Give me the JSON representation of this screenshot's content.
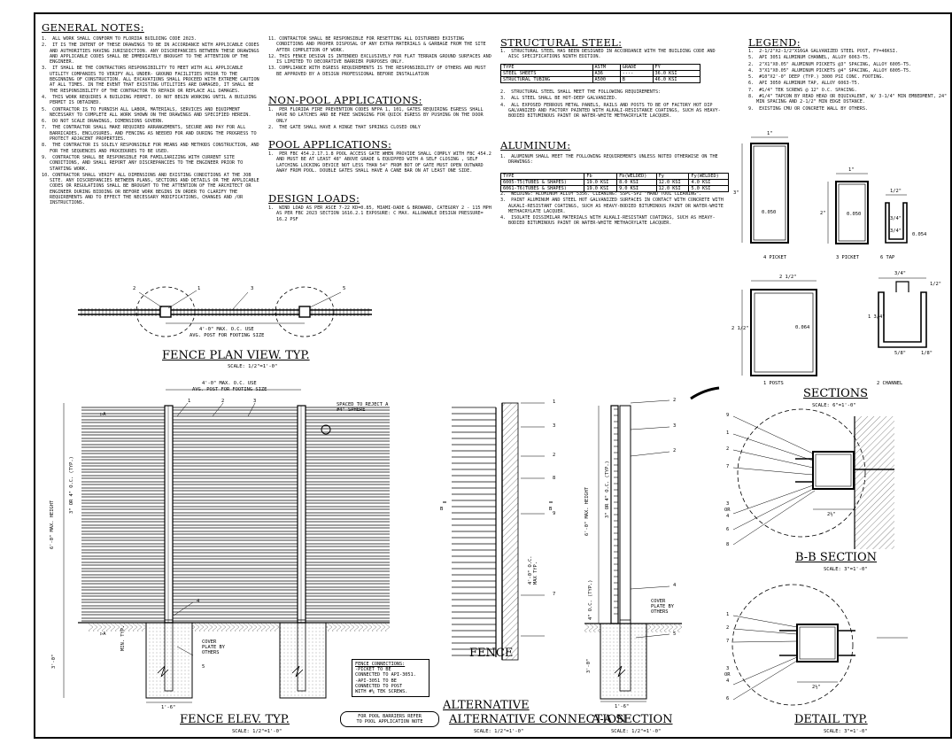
{
  "general_notes": {
    "title": "GENERAL NOTES:",
    "items_col1": [
      {
        "n": "1.",
        "t": "ALL WORK SHALL CONFORM TO FLORIDA BUILDING CODE 2023."
      },
      {
        "n": "2.",
        "t": "IT IS THE INTENT OF THESE DRAWINGS TO BE IN ACCORDANCE WITH APPLICABLE CODES AND AUTHORITIES HAVING JURISDICTION. ANY DISCREPANCIES BETWEEN THESE DRAWINGS AND APPLICABLE CODES SHALL BE IMMEDIATELY BROUGHT TO THE ATTENTION OF THE ENGINEER."
      },
      {
        "n": "3.",
        "t": "IT SHALL BE THE CONTRACTORS RESPONSIBILITY TO MEET WITH ALL APPLICABLE UTILITY COMPANIES TO VERIFY ALL UNDER- GROUND FACILITIES PRIOR TO THE BEGINNING OF CONSTRUCTION. ALL EXCAVATIONS SHALL PROCEED WITH EXTREME CAUTION AT ALL TIMES. IN THE EVENT THAT EXISTING UTILITIES ARE DAMAGED, IT SHALL BE THE RESPONSIBILITY OF THE CONTRACTOR TO REPAIR OR REPLACE ALL DAMAGES."
      },
      {
        "n": "4.",
        "t": "THIS WORK REQUIRES A BUILDING PERMIT. DO NOT BEGIN WORKING UNTIL A BUILDING PERMIT IS OBTAINED."
      },
      {
        "n": "5.",
        "t": "CONTRACTOR IS TO FURNISH ALL LABOR, MATERIALS, SERVICES AND EQUIPMENT NECESSARY TO COMPLETE ALL WORK SHOWN ON THE DRAWINGS AND SPECIFIED HEREIN."
      },
      {
        "n": "6.",
        "t": "DO NOT SCALE DRAWINGS, DIMENSIONS GOVERN."
      },
      {
        "n": "7.",
        "t": "THE CONTRACTOR SHALL MAKE REQUIRED ARRANGEMENTS, SECURE AND PAY FOR ALL BARRICADES, ENCLOSURES, AND FENCING AS NEEDED FOR AND DURING THE PROGRESS TO PROTECT ADJACENT PROPERTIES."
      },
      {
        "n": "8.",
        "t": "THE CONTRACTOR IS SOLELY RESPONSIBLE FOR MEANS AND METHODS CONSTRUCTION, AND FOR THE SEQUENCES AND PROCEDURES TO BE USED."
      },
      {
        "n": "9.",
        "t": "CONTRACTOR SHALL BE RESPONSIBLE FOR FAMILIARIZING WITH CURRENT SITE CONDITIONS, AND SHALL REPORT ANY DISCREPANCIES TO THE ENGINEER PRIOR TO STARTING WORK."
      },
      {
        "n": "10.",
        "t": "CONTRACTOR SHALL VERIFY ALL DIMENSIONS AND EXISTING CONDITIONS AT THE JOB SITE. ANY DISCREPANCIES BETWEEN PLANS, SECTIONS AND DETAILS OR THE APPLICABLE CODES OR REGULATIONS SHALL BE BROUGHT TO THE ATTENTION OF THE ARCHITECT OR ENGINEER DURING BIDDING OR BEFORE WORK BEGINS IN ORDER TO CLARIFY THE REQUIREMENTS AND TO EFFECT THE NECESSARY MODIFICATIONS, CHANGES AND /OR INSTRUCTIONS."
      }
    ],
    "items_col2": [
      {
        "n": "11.",
        "t": "CONTRACTOR SHALL BE RESPONSIBLE FOR RESETTING ALL DISTURBED EXISTING CONDITIONS AND PROPER DISPOSAL OF ANY EXTRA MATERIALS & GARBAGE FROM THE SITE AFTER COMPLETION OF WORK."
      },
      {
        "n": "12.",
        "t": "THIS FENCE DESIGN IS INTENDED EXCLUSIVELY FOR FLAT TERRAIN GROUND SURFACES AND IS LIMITED TO DECORATIVE BARRIER PURPOSES ONLY."
      },
      {
        "n": "13.",
        "t": "COMPLIANCE WITH EGRESS REQUIREMENTS IS THE RESPONSIBILITY OF OTHERS AND MUST BE APPROVED BY A DESIGN PROFESSIONAL BEFORE INSTALLATION"
      }
    ]
  },
  "non_pool": {
    "title": "NON-POOL APPLICATIONS:",
    "items": [
      {
        "n": "1.",
        "t": "PER FLORIDA FIRE PREVENTION CODES NFPA 1, 101, GATES REQUIRING EGRESS SHALL HAVE NO LATCHES AND BE FREE SWINGING FOR QUICK EGRESS BY PUSHING ON THE DOOR ONLY"
      },
      {
        "n": "2.",
        "t": "THE GATE SHALL HAVE A HINGE THAT SPRINGS CLOSED ONLY"
      }
    ]
  },
  "pool": {
    "title": "POOL APPLICATIONS:",
    "items": [
      {
        "n": "1.",
        "t": "PER FBC 454.2.17.1.8 POOL ACCESS GATE WHEN PROVIDE SHALL COMPLY WITH FBC 454.2 AND MUST BE AT LEAST 48\" ABOVE GRADE & EQUIPPED WITH A SELF CLOSING , SELF LATCHING LOCKING DEVICE NOT LESS THAN 54\" FROM BOT OF GATE MUST OPEN OUTWARD AWAY FROM POOL. DOUBLE GATES SHALL HAVE A CANE BAR ON AT LEAST ONE SIDE."
      }
    ]
  },
  "design_loads": {
    "title": "DESIGN LOADS:",
    "items": [
      {
        "n": "1.",
        "t": "WIND LOAD AS PER ASCE 7-22 KD=0.85, MIAMI-DADE & BROWARD, CATEGORY 2 - 115 mph AS PER FBC 2023 SECTION 1616.2.1 EXPOSURE: C MAX. ALLOWABLE DESIGN PRESSURE= 16.2 PSF"
      }
    ]
  },
  "structural_steel": {
    "title": "STRUCTURAL STEEL:",
    "intro": {
      "n": "1.",
      "t": "STRUCTURAL STEEL HAS BEEN DESIGNED IN ACCORDANCE WITH THE BUILDING CODE AND AISC SPECIFICATIONS NINTH EDITION."
    },
    "table_header": [
      "TYPE",
      "ASTM",
      "GRADE",
      "FY"
    ],
    "table_rows": [
      [
        "STEEL SHEETS",
        "A36",
        "----",
        "36.0 KSI"
      ],
      [
        "STRUCTURAL TUBING",
        "A500",
        "B",
        "46.0 KSI"
      ]
    ],
    "items": [
      {
        "n": "2.",
        "t": "STRUCTURAL STEEL SHALL MEET THE FOLLOWING REQUIREMENTS:"
      },
      {
        "n": "3.",
        "t": "ALL STEEL SHALL BE HOT-DEEP GALVANIZED."
      },
      {
        "n": "4.",
        "t": "ALL EXPOSED FERROUS METAL PANELS, RAILS AND POSTS TO BE OF FACTORY HOT DIP GALVANIZED AND FACTORY PAINTED WITH ALKALI-RESISTANCE COATINGS, SUCH AS HEAVY-BODIED BITUMINOUS PAINT OR WATER-WHITE METHACRYLATE LACQUER."
      }
    ]
  },
  "aluminum": {
    "title": "ALUMINUM:",
    "intro": {
      "n": "1.",
      "t": "ALUMINUM SHALL MEET THE FOLLOWING REQUIREMENTS UNLESS NOTED OTHERWISE ON THE DRAWINGS:"
    },
    "table_header": [
      "TYPE",
      "Fb",
      "Fb(WELDED)",
      "Fy",
      "Fy(WELDED)"
    ],
    "table_rows": [
      [
        "6005-T5(TUBES & SHAPES)",
        "19.0 KSI",
        "8.0 KSI",
        "12.0 KSI",
        "4.0 KSI"
      ],
      [
        "6061-T6(TUBES & SHAPES)",
        "19.0 KSI",
        "9.0 KSI",
        "12.0 KSI",
        "5.0 KSI"
      ]
    ],
    "items": [
      {
        "n": "2.",
        "t": "WELDING: ALUMINUM ALLOY 5356. CLEANING: SSPC-SP2 \"HAND TOOL CLEANING\"."
      },
      {
        "n": "3.",
        "t": "PAINT ALUMINUM AND STEEL HOT GALVANIZED SURFACES IN CONTACT WITH CONCRETE WITH ALKALI-RESISTANT COATINGS, SUCH AS HEAVY-BODIED BITUMINOUS PAINT OR WATER-WHITE METHACRYLATE LACQUER."
      },
      {
        "n": "4.",
        "t": "ISOLATE DISSIMILAR MATERIALS WITH ALKALI-RESISTANT COATINGS, SUCH AS HEAVY-BODIED BITUMINOUS PAINT OR WATER-WHITE METHACRYLATE LACQUER."
      }
    ]
  },
  "legend": {
    "title": "LEGEND:",
    "items": [
      {
        "n": "1.",
        "t": "2-1/2\"x2-1/2\"x16GA GALVANIZED STEEL POST, FY=46KSI."
      },
      {
        "n": "5.",
        "t": "API 3051 ALUMINUM CHANNEL, ALLOY 6063-T5."
      },
      {
        "n": "2.",
        "t": "2\"x1\"x0.05\" ALUMINUM PICKETS @3\" SPACING, ALLOY 6005-T5."
      },
      {
        "n": "4.",
        "t": "3\"x1\"x0.05\" ALUMINUM PICKETS @4\" SPACING, ALLOY 6005-T5."
      },
      {
        "n": "5.",
        "t": "#10\"x2'-0\" DEEP (TYP.) 3000 PSI CONC. FOOTING."
      },
      {
        "n": "6.",
        "t": "API 3050 ALUMINUM TAP, ALLOY 6063-T5."
      },
      {
        "n": "7.",
        "t": "#1/4\" TEK SCREWS @ 12\" O.C. SPACING."
      },
      {
        "n": "8.",
        "t": "#1/4\" TAPCON BY READ HEAD OR EQUIVALENT, W/ 3-1/4\" MIN EMBEDMENT, 24\" MIN SPACING AND 2-1/2\" MIN EDGE DSTANCE."
      },
      {
        "n": "9.",
        "t": "EXISTING CMU OR CONCRETE WALL BY OTHERS."
      }
    ]
  },
  "details": {
    "picket4": {
      "tag": "4",
      "name": "PICKET",
      "thk": "0.050",
      "w": "1\"",
      "h": "3\""
    },
    "picket3": {
      "tag": "3",
      "name": "PICKET",
      "thk": "0.050",
      "w": "1\"",
      "h": "2\""
    },
    "tap6": {
      "tag": "6",
      "name": "TAP",
      "d1": "1/2\"",
      "d2": "3/4\"",
      "d3": "3/4\"",
      "d4": "0.054"
    },
    "post1": {
      "tag": "1",
      "name": "POSTS",
      "thk": "0.064",
      "w": "2 1/2\"",
      "h": "2 1/2\""
    },
    "channel2": {
      "tag": "2",
      "name": "CHANNEL",
      "d1": "3/4\"",
      "d2": "1 3/4\"",
      "d3": "1/2\"",
      "d4": "5/8\"",
      "d5": "1/8\""
    }
  },
  "views": {
    "plan": {
      "title": "FENCE PLAN VIEW. TYP.",
      "scale": "SCALE: 1/2\"=1'-0\"",
      "dim_note1": "4'-0\" MAX. O.C. USE",
      "dim_note2": "AVG. POST FOR FOOTING SIZE",
      "callouts": [
        "2",
        "1",
        "3",
        "5"
      ]
    },
    "elev": {
      "title": "FENCE ELEV. TYP.",
      "scale": "SCALE: 1/2\"=1'-0\"",
      "dim_note1": "4'-0\" MAX. O.C. USE",
      "dim_note2": "AVG. POST FOR FOOTING SIZE",
      "spaced": "SPACED TO REJECT A #4\" SPHERE",
      "height": "6'-0\" MAX. HEIGHT",
      "spacing": "3\" OR 4\" O.C. (TYP.)",
      "footing": "3'-0\"",
      "foot_w": "1'-6\"",
      "cover": "COVER PLATE BY OTHERS",
      "min": "MIN. TYP.",
      "callouts": [
        "1",
        "2",
        "3",
        "4",
        "5"
      ],
      "section_mark": "A"
    },
    "alt": {
      "title": "ALTERNATIVE CONNECTION",
      "scale": "SCALE: 1/2\"=1'-0\"",
      "fence_label": "FENCE",
      "spacing": "4'-0\" O.C. MAX TYP.",
      "callouts": [
        "1",
        "3",
        "2",
        "8",
        "9",
        "7"
      ],
      "section_mark": "B"
    },
    "aa": {
      "title": "A-A SECTION",
      "scale": "SCALE: 1/2\"=1'-0\"",
      "height": "6'-0\" MAX. HEIGHT",
      "spacing": "3\" OR 4\" O.C. (TYP.)",
      "spacing2": "4\" O.C. (TYP.)",
      "footing": "3'-0\"",
      "foot_w": "1'-6\"",
      "cover": "COVER PLATE BY OTHERS",
      "callouts": [
        "2",
        "3",
        "2",
        "4",
        "5"
      ]
    },
    "sections": {
      "title": "SECTIONS",
      "scale": "SCALE: 6\"=1'-0\""
    },
    "bb": {
      "title": "B-B SECTION",
      "scale": "SCALE: 3\"=1'-0\"",
      "callouts": [
        "9",
        "1",
        "2",
        "7",
        "3",
        "OR",
        "4",
        "6",
        "8"
      ],
      "dim": "2½\""
    },
    "detail": {
      "title": "DETAIL TYP.",
      "scale": "SCALE: 3\"=1'-0\"",
      "callouts": [
        "1",
        "2",
        "7",
        "3",
        "OR",
        "4",
        "6"
      ],
      "dim": "2½\""
    }
  },
  "fence_connections": {
    "title": "FENCE CONNECTIONS:",
    "lines": [
      "-PICKET TO BE",
      "CONNECTED TO API-3051.",
      "-API-3051 TO BE",
      "CONNECTED TO POST",
      "WITH #¼ TEK SCREWS."
    ]
  },
  "pool_barrier_note": {
    "line1": "FOR POOL BARRIERS REFER",
    "line2": "TO POOL APPLICATION NOTE"
  }
}
